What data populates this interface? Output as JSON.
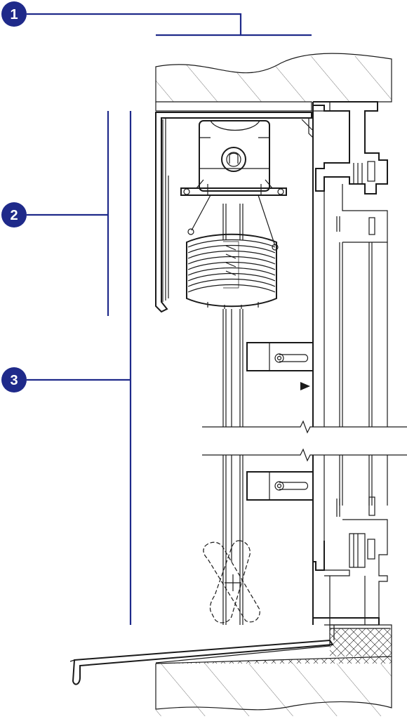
{
  "callouts": [
    {
      "id": "1",
      "label": "1"
    },
    {
      "id": "2",
      "label": "2"
    },
    {
      "id": "3",
      "label": "3"
    }
  ],
  "colors": {
    "callout_fill": "#1f2a8a",
    "leader_line": "#1f2a8a",
    "drawing_stroke": "#1a1a1a",
    "background": "#ffffff"
  }
}
